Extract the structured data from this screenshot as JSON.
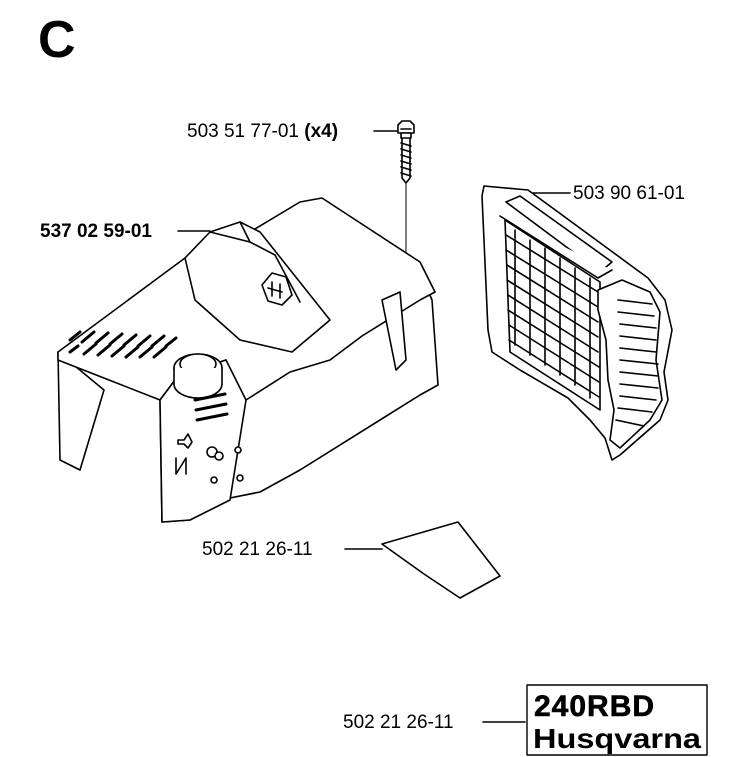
{
  "section_letter": "C",
  "parts": {
    "screw": {
      "number": "503 51 77-01",
      "qty": "(x4)"
    },
    "cover": {
      "number": "537 02 59-01"
    },
    "filter": {
      "number": "503 90 61-01"
    },
    "label_plate": {
      "number": "502 21 26-11"
    },
    "decal": {
      "number": "502 21 26-11"
    }
  },
  "decal_text": {
    "model": "240RBD",
    "brand": "Husqvarna"
  }
}
